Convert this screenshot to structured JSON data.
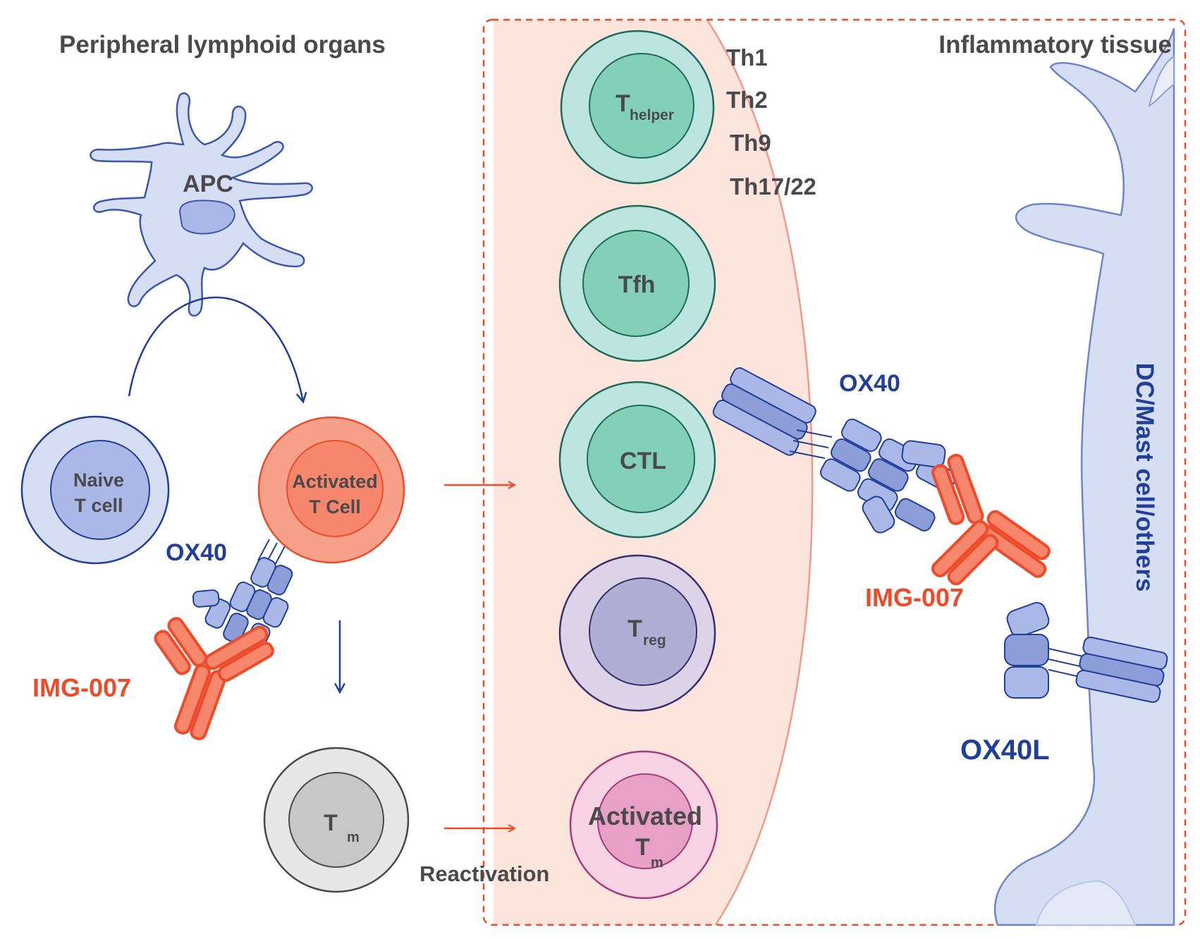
{
  "regions": {
    "left_title": "Peripheral lymphoid organs",
    "right_title": "Inflammatory tissue"
  },
  "apc": {
    "label": "APC"
  },
  "naive_cell": {
    "line1": "Naive",
    "line2": "T cell"
  },
  "activated_cell": {
    "line1": "Activated",
    "line2": "T Cell"
  },
  "memory_cell": {
    "main": "T",
    "sub": "m"
  },
  "reactivation_label": "Reactivation",
  "subsets": {
    "helper": {
      "main": "T",
      "sub": "helper"
    },
    "tfh": "Tfh",
    "ctl": "CTL",
    "treg": {
      "main": "T",
      "sub": "reg"
    },
    "activated_tm": {
      "line1": "Activated",
      "main": "T",
      "sub": "m"
    }
  },
  "helper_types": [
    "Th1",
    "Th2",
    "Th9",
    "Th17/22"
  ],
  "receptors": {
    "ox40_left": "OX40",
    "ox40_right": "OX40",
    "ox40l": "OX40L"
  },
  "drug": {
    "left": "IMG-007",
    "right": "IMG-007"
  },
  "target_cell": "DC/Mast cell/others",
  "colors": {
    "navy": "#213e99",
    "red": "#ee4b2b",
    "gray_text": "#4a4a4a",
    "tissue_fill": "#fde4dc",
    "dc_fill": "#d6def3",
    "receptor_fill": "#a9b8e6"
  }
}
